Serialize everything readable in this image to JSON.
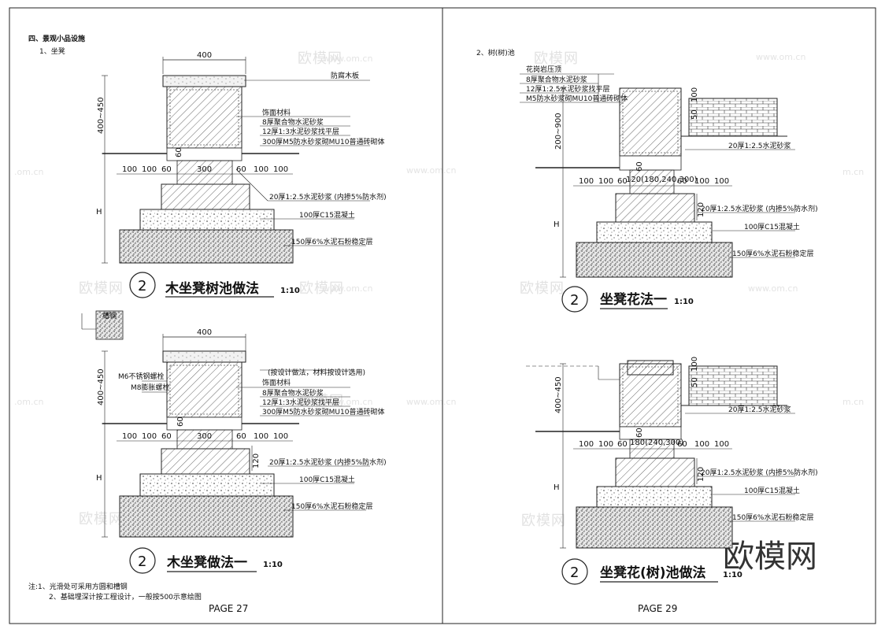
{
  "watermark": {
    "brand": "欧模网",
    "url": "www.om.cn",
    "url_short": ".om.cn",
    "url_edge": "m.cn"
  },
  "left_page": {
    "section_heading": "四、景观小品设施",
    "sub_heading": "1、坐凳",
    "page_label": "PAGE 27",
    "notes": [
      "注:1、光滑处可采用方圆和槽钢",
      "2、基础埋深计按工程设计，一般按500示意绘图"
    ],
    "detail_top": {
      "width_label": "400",
      "height_label": "400~450",
      "h_label": "H",
      "step_label": "60",
      "bottom_dims": [
        "100",
        "100",
        "60",
        "300",
        "60",
        "100",
        "100"
      ],
      "leaders": [
        "防腐木板",
        "饰面材料",
        "8厚聚合物水泥砂浆",
        "12厚1:3水泥砂浆找平层",
        "300厚M5防水砂浆砌MU10普通砖砌体",
        "20厚1:2.5水泥砂浆 (内掺5%防水剂)",
        "100厚C15混凝土",
        "150厚6%水泥石粉稳定层"
      ],
      "circle_number": "2",
      "title": "木坐凳树池做法",
      "scale": "1:10"
    },
    "detail_bottom": {
      "width_label": "400",
      "height_label": "400~450",
      "h_label": "H",
      "step_label": "60",
      "dim_120": "120",
      "bottom_dims": [
        "100",
        "100",
        "60",
        "300",
        "60",
        "100",
        "100"
      ],
      "side_labels": [
        "M6不锈钢螺栓",
        "M8膨胀螺栓"
      ],
      "leaders": [
        "(按设计做法，材料按设计选用)",
        "饰面材料",
        "8厚聚合物水泥砂浆",
        "12厚1:3水泥砂浆找平层",
        "300厚M5防水砂浆砌MU10普通砖砌体",
        "20厚1:2.5水泥砂浆 (内掺5%防水剂)",
        "100厚C15混凝土",
        "150厚6%水泥石粉稳定层"
      ],
      "circle_number": "2",
      "title": "木坐凳做法一",
      "scale": "1:10"
    },
    "tree_label": "槽钢"
  },
  "right_page": {
    "sub_heading": "2、树(树)池",
    "page_label": "PAGE 29",
    "detail_top": {
      "height_label": "200~900",
      "h_label": "H",
      "step_label": "60",
      "pave_dims": [
        "100",
        "50"
      ],
      "dim_120": "120",
      "dim_main": "120(180,240,300)",
      "bottom_dims": [
        "100",
        "100",
        "60",
        "60",
        "100",
        "100"
      ],
      "leaders_top": [
        "花岗岩压顶",
        "8厚聚合物水泥砂浆",
        "12厚1:2.5水泥砂浆找平层",
        "M5防水砂浆砌MU10普通砖砌体"
      ],
      "leaders": [
        "20厚1:2.5水泥砂浆",
        "20厚1:2.5水泥砂浆 (内掺5%防水剂)",
        "100厚C15混凝土",
        "150厚6%水泥石粉稳定层"
      ],
      "circle_number": "2",
      "title": "坐凳花法一",
      "scale": "1:10"
    },
    "detail_bottom": {
      "height_label": "400~450",
      "h_label": "H",
      "step_label": "60",
      "pave_dims": [
        "100",
        "50"
      ],
      "dim_120": "120",
      "dim_main": "180(240,300)",
      "bottom_dims": [
        "100",
        "100",
        "60",
        "60",
        "100",
        "100"
      ],
      "leaders": [
        "20厚1:2.5水泥砂浆",
        "20厚1:2.5水泥砂浆 (内掺5%防水剂)",
        "100厚C15混凝土",
        "150厚6%水泥石粉稳定层"
      ],
      "circle_number": "2",
      "title": "坐凳花(树)池做法",
      "scale": "1:10"
    }
  }
}
